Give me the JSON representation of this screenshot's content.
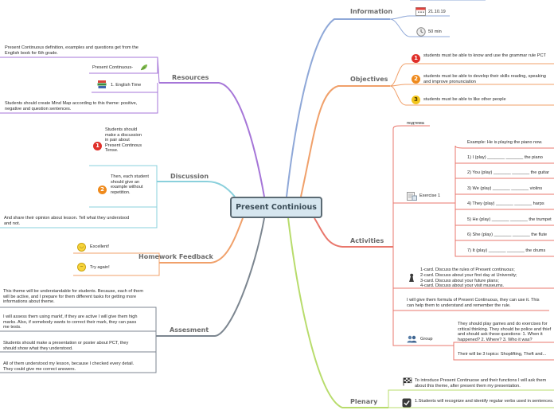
{
  "central": "Present Continious",
  "branches": {
    "information": {
      "title": "Information",
      "date": "21.10.19",
      "duration": "50 min"
    },
    "objectives": {
      "title": "Objectives",
      "items": [
        "students must be able to know and use the grammar rule PCT",
        "students must be able to develop their skills reading, speaking and improve pronunciation",
        "students must be able to like other people"
      ]
    },
    "activities": {
      "title": "Activities",
      "top_label": "подтема",
      "exercise": {
        "label": "Exercise 1",
        "example": "Example: He is playing the piano now.",
        "items": [
          "1) I (play) _______ _______ the piano",
          "2) You (play) _______ _______ the guitar",
          "3) We (play) _______ _______ violins",
          "4) They (play) _______ _______ harps",
          "5) He (play) _______ _______ the trumpet",
          "6) She (play) _______ _______ the flute",
          "7) It (play) _______ _______ the drums"
        ]
      },
      "cards": "1-card. Discuss the rules of Present continuous;\n2-card. Discuss about your first day at University;\n3-card. Discuss about your future plans;\n4-card. Discuss about your visit museums.",
      "formula": "I will give them formula of Present Continuous, they can use it. This can help them to understand and remember the rule.",
      "group": {
        "label": "Group",
        "item1": "They should play games and do exercises for critical thinking. They should be police and thief and should ask these questions: 1. When it happened? 2. Where? 3. Who it was?",
        "item2": "Their will be 3 topics: Shoplifting, Theft and..."
      }
    },
    "plenary": {
      "title": "Plenary",
      "items": [
        "To introduce Present Continuose and their functions I will ask them about this theme, after present them my presentation.",
        "1.Students will recognize and identify regular verbs used in sentences."
      ]
    },
    "resources": {
      "title": "Resources",
      "items": [
        "Present Continuous definition, examples and questions get from the English book for 6th grade.",
        "Present Continuous-",
        "1. English Time",
        "Students should create Mind Map according to this theme: positive, negative and question sentences."
      ]
    },
    "discussion": {
      "title": "Discussion",
      "items": [
        "Students should make a discussion in pair about Present Continous Tense.",
        "Then, each student should give an example without repetition.",
        "And share their opinion about lesson. Tell what they understood and not."
      ]
    },
    "homework": {
      "title": "Homework Feedback",
      "items": [
        "Excellent!",
        "Try again!"
      ]
    },
    "assessment": {
      "title": "Assesment",
      "items": [
        "This theme will be understandable for students. Because, each of them will be active, and I prepare for them different tasks for getting more informations about theme.",
        "I will assess them using markf, if they are active I will give them high marks. Also, if somebody wants to correct their mark, they can pass me tests.",
        "Students should make a presentation or poster about PCT, they should show what they understood.",
        "All of them understood my lesson, because I checked every detail. They could give me correct answers."
      ]
    }
  }
}
